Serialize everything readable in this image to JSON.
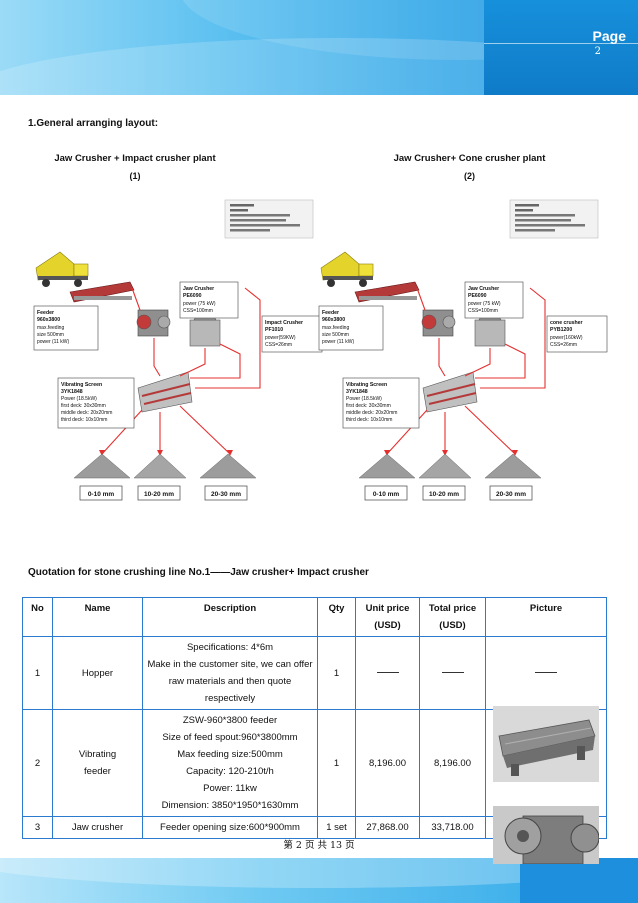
{
  "header": {
    "page_word": "Page",
    "page_number": "2"
  },
  "section_title": "1.General arranging layout:",
  "plants": [
    {
      "title": "Jaw Crusher + Impact crusher plant",
      "number": "(1)"
    },
    {
      "title": "Jaw Crusher+ Cone crusher plant",
      "number": "(2)"
    }
  ],
  "diagrams": {
    "left": {
      "feeder": [
        "Feeder",
        "960x3800",
        "max.feeding",
        "size 500mm",
        "power (11 kW)"
      ],
      "jaw": [
        "Jaw Crusher",
        "PE6090",
        "power (75 kW)",
        "CSS=100mm"
      ],
      "secondary": [
        "Impact Crusher",
        "PF1010",
        "power(59KW)",
        "CSS=26mm"
      ],
      "screen": [
        "Vibrating Screen",
        "3YK1848",
        "Power (18.5kW)",
        "first deck: 30x30mm",
        "middle deck: 20x20mm",
        "third deck: 10x10mm"
      ],
      "outputs": [
        "0-10 mm",
        "10-20 mm",
        "20-30 mm"
      ]
    },
    "right": {
      "feeder": [
        "Feeder",
        "960x3800",
        "max.feeding",
        "size 500mm",
        "power (11 kW)"
      ],
      "jaw": [
        "Jaw Crusher",
        "PE6090",
        "power (75 kW)",
        "CSS=100mm"
      ],
      "secondary": [
        "cone crusher",
        "PYB1200",
        "power(160kW)",
        "CSS=26mm"
      ],
      "screen": [
        "Vibrating Screen",
        "3YK1848",
        "Power (18.5kW)",
        "first deck: 30x30mm",
        "middle deck: 20x20mm",
        "third deck: 10x10mm"
      ],
      "outputs": [
        "0-10 mm",
        "10-20 mm",
        "20-30 mm"
      ]
    }
  },
  "quote_title": "Quotation for stone crushing line No.1——Jaw crusher+ Impact crusher",
  "table": {
    "headers": {
      "no": "No",
      "name": "Name",
      "description": "Description",
      "qty": "Qty",
      "unit_price": "Unit price",
      "unit_price_unit": "(USD)",
      "total_price": "Total price",
      "total_price_unit": "(USD)",
      "picture": "Picture"
    },
    "rows": [
      {
        "no": "1",
        "name": "Hopper",
        "description": [
          "Specifications: 4*6m",
          "Make in the customer site, we can offer",
          "raw materials and then quote",
          "respectively"
        ],
        "qty": "1"
      },
      {
        "no": "2",
        "name": [
          "Vibrating",
          "feeder"
        ],
        "description": [
          "ZSW-960*3800 feeder",
          "Size of feed spout:960*3800mm",
          "Max feeding size:500mm",
          "Capacity: 120-210t/h",
          "Power: 11kw",
          "Dimension: 3850*1950*1630mm"
        ],
        "qty": "1",
        "unit_price": "8,196.00",
        "total_price": "8,196.00"
      },
      {
        "no": "3",
        "name": "Jaw crusher",
        "description": [
          "Feeder opening size:600*900mm"
        ],
        "qty": "1 set",
        "unit_price": "27,868.00",
        "total_price": "33,718.00"
      }
    ]
  },
  "footer": {
    "text": "第 2 页 共 13 页"
  },
  "colors": {
    "header_blue": "#1d8fdd",
    "table_border": "#2a7bd0",
    "flow_line": "#e53030"
  }
}
